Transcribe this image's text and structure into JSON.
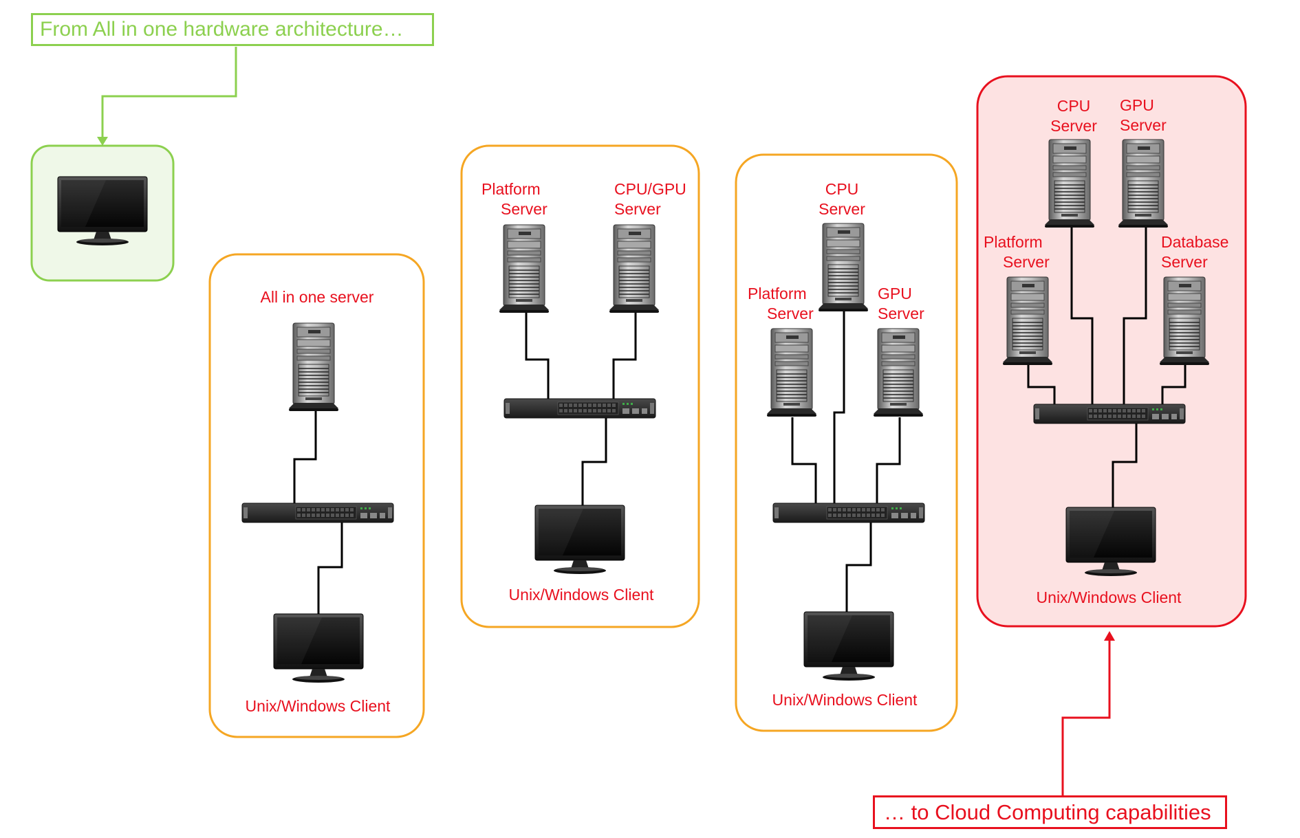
{
  "callouts": {
    "from": "From All in one hardware architecture…",
    "to": "… to Cloud Computing capabilities"
  },
  "stage1": {
    "server_label": "All in one server",
    "client_label": "Unix/Windows Client"
  },
  "stage2": {
    "platform_line1": "Platform",
    "platform_line2": "Server",
    "cpugpu_line1": "CPU/GPU",
    "cpugpu_line2": "Server",
    "client_label": "Unix/Windows Client"
  },
  "stage3": {
    "cpu_line1": "CPU",
    "cpu_line2": "Server",
    "platform_line1": "Platform",
    "platform_line2": "Server",
    "gpu_line1": "GPU",
    "gpu_line2": "Server",
    "client_label": "Unix/Windows Client"
  },
  "stage4": {
    "cpu_line1": "CPU",
    "cpu_line2": "Server",
    "gpu_line1": "GPU",
    "gpu_line2": "Server",
    "platform_line1": "Platform",
    "platform_line2": "Server",
    "database_line1": "Database",
    "database_line2": "Server",
    "client_label": "Unix/Windows Client"
  },
  "colors": {
    "green": "#8cd04f",
    "orange": "#f5a623",
    "red": "#e8101e",
    "cloud_fill": "#fde2e2"
  }
}
